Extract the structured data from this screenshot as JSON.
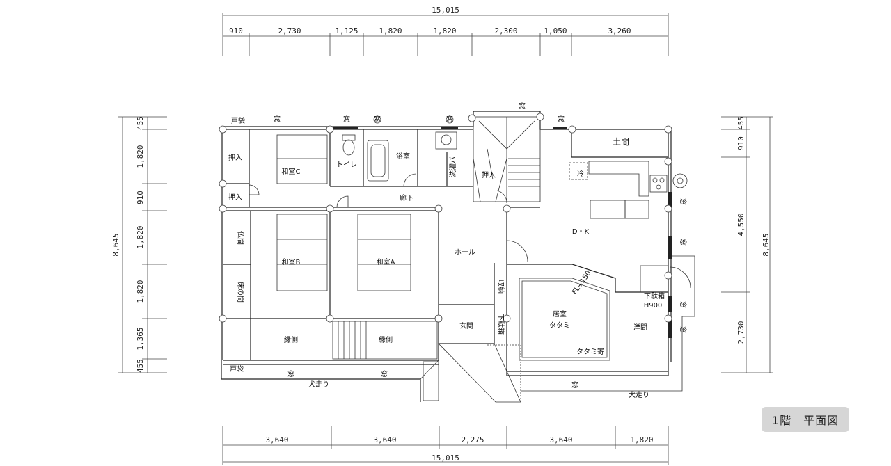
{
  "badge": "1階　平面図",
  "dimensions": {
    "top_total": "15,015",
    "top_segments": [
      "910",
      "2,730",
      "1,125",
      "1,820",
      "1,820",
      "2,300",
      "1,050",
      "3,260"
    ],
    "bottom_total": "15,015",
    "bottom_segments": [
      "3,640",
      "3,640",
      "2,275",
      "3,640",
      "1,820"
    ],
    "left_total": "8,645",
    "left_segments": [
      "455",
      "1,820",
      "910",
      "1,820",
      "1,820",
      "1,365",
      "455"
    ],
    "right_total": "8,645",
    "right_segments": [
      "455",
      "910",
      "4,550",
      "2,730"
    ]
  },
  "rooms": {
    "tobukuro_top": "戸袋",
    "oshiire_1": "押入",
    "oshiire_2": "押入",
    "butsuma": "仏間",
    "tokonoma": "床の間",
    "washitsu_c": "和室C",
    "washitsu_b": "和室B",
    "washitsu_a": "和室A",
    "toilet": "トイレ",
    "bath": "浴室",
    "senmen": "洗濯バ",
    "oshiire_stair": "押入",
    "rouka": "廊下",
    "hall": "ホール",
    "genkan": "玄関",
    "shuno": "収納",
    "getabako_1": "下駄箱",
    "getabako_2": "下駄箱",
    "h900": "H900",
    "engawa_1": "縁側",
    "engawa_2": "縁側",
    "tobukuro_bottom": "戸袋",
    "doma": "土間",
    "dk": "D・K",
    "rei": "冷",
    "kyoshitsu": "居室",
    "tatami": "タタミ",
    "tatami_yose": "タタミ寄",
    "fl": "FL+150",
    "youma": "洋間",
    "inubashiri_1": "犬走り",
    "inubashiri_2": "犬走り"
  },
  "windows": {
    "w1": "窓",
    "w2": "窓",
    "w3": "窓",
    "w4": "窓",
    "w5": "窓",
    "w6": "窓",
    "w7": "窓",
    "w8": "窓",
    "w9": "窓",
    "w10": "窓",
    "w11": "窓",
    "w12": "窓",
    "w13": "窓"
  }
}
